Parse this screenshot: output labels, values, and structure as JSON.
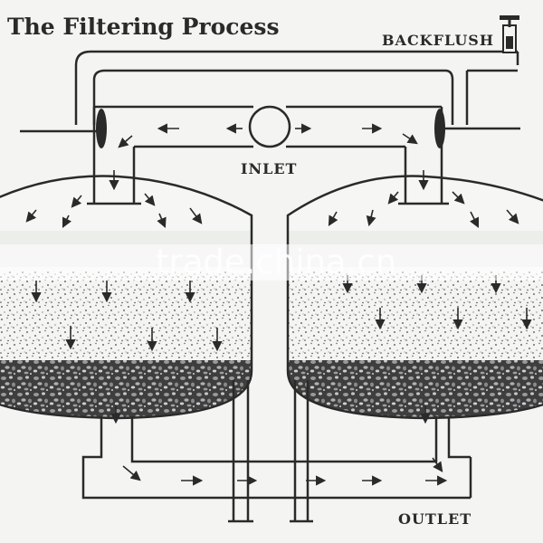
{
  "title": "The Filtering Process",
  "labels": {
    "backflush": "BACKFLUSH",
    "inlet": "INLET",
    "outlet": "OUTLET"
  },
  "watermark": "trade.china.cn",
  "colors": {
    "background": "#f4f5f3",
    "line": "#2a2a2a",
    "gravel": "#4a4a4a"
  }
}
